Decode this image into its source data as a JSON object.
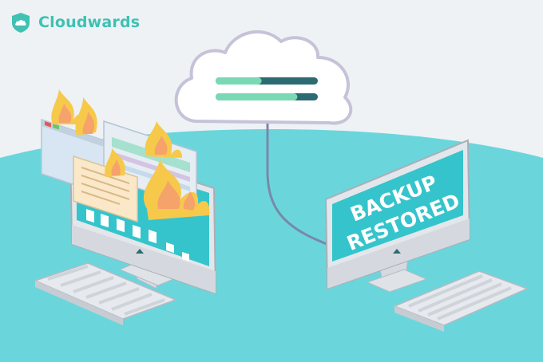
{
  "brand": {
    "name": "Cloudwards"
  },
  "cloud": {
    "progress": [
      {
        "label": "bar-1",
        "fraction": 0.45
      },
      {
        "label": "bar-2",
        "fraction": 0.8
      }
    ]
  },
  "right_monitor": {
    "line1": "BACKUP",
    "line2": "RESTORED"
  },
  "colors": {
    "background": "#eef2f5",
    "ground": "#6ad6dc",
    "brand": "#3fc1b3",
    "progress_fill": "#7ad9b5",
    "progress_track": "#2c6b72",
    "screen": "#35c4cc",
    "fire_outer": "#f7c94b",
    "fire_inner": "#f6a36b"
  }
}
